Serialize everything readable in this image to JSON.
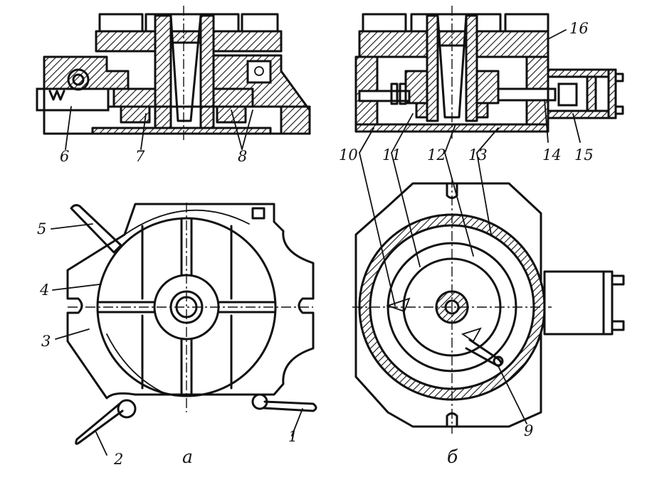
{
  "figure": {
    "views": [
      {
        "id": "a",
        "caption": "а"
      },
      {
        "id": "b",
        "caption": "б"
      }
    ],
    "labels": [
      "1",
      "2",
      "3",
      "4",
      "5",
      "6",
      "7",
      "8",
      "9",
      "10",
      "11",
      "12",
      "13",
      "14",
      "15",
      "16"
    ]
  }
}
